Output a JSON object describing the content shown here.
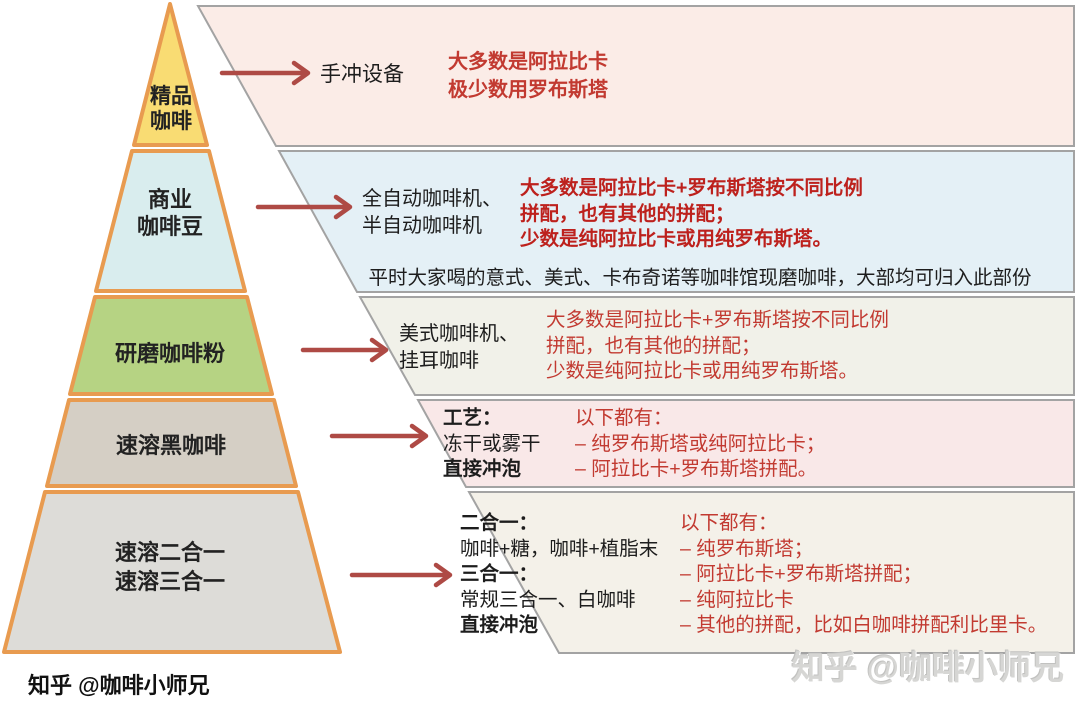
{
  "colors": {
    "pyramid_border": "#e89b50",
    "panel_border": "#a3a3a3",
    "arrow": "#ae4a45",
    "red": "#c23a31",
    "red_bold": "#bd211d",
    "text": "#1d1d1d",
    "watermark": "#d6d6d4"
  },
  "pyramid": {
    "levels": [
      {
        "fill": "#f9dc73",
        "lines": [
          "精品",
          "咖啡"
        ]
      },
      {
        "fill": "#d9edee",
        "lines": [
          "商业",
          "咖啡豆"
        ]
      },
      {
        "fill": "#b6d383",
        "lines": [
          "研磨咖啡粉"
        ]
      },
      {
        "fill": "#d5cfc5",
        "lines": [
          "速溶黑咖啡"
        ]
      },
      {
        "fill": "#dddcd8",
        "lines": [
          "速溶二合一",
          "速溶三合一"
        ]
      }
    ]
  },
  "panels": [
    {
      "fill": "#fbece7"
    },
    {
      "fill": "#e4f0f6"
    },
    {
      "fill": "#f1f1e9"
    },
    {
      "fill": "#f9e8e8"
    },
    {
      "fill": "#f4f1e9"
    }
  ],
  "sections": [
    {
      "label": "手冲设备",
      "notes": [
        "大多数是阿拉比卡",
        "极少数用罗布斯塔"
      ]
    },
    {
      "label_lines": [
        "全自动咖啡机、",
        "半自动咖啡机"
      ],
      "notes": [
        "大多数是阿拉比卡+罗布斯塔按不同比例",
        "拼配，也有其他的拼配；",
        "少数是纯阿拉比卡或用纯罗布斯塔。"
      ],
      "caption": "平时大家喝的意式、美式、卡布奇诺等咖啡馆现磨咖啡，大部均可归入此部份"
    },
    {
      "label_lines": [
        "美式咖啡机、",
        "挂耳咖啡"
      ],
      "notes": [
        "大多数是阿拉比卡+罗布斯塔按不同比例",
        "拼配，也有其他的拼配；",
        "少数是纯阿拉比卡或用纯罗布斯塔。"
      ]
    },
    {
      "craft": [
        {
          "text": "工艺："
        },
        {
          "text": "冻干或雾干"
        },
        {
          "text": "直接冲泡"
        }
      ],
      "notes": [
        "以下都有：",
        "– 纯罗布斯塔或纯阿拉比卡；",
        "– 阿拉比卡+罗布斯塔拼配。"
      ]
    },
    {
      "craft": [
        {
          "text": "二合一："
        },
        {
          "text": "咖啡+糖，咖啡+植脂末"
        },
        {
          "text": "三合一："
        },
        {
          "text": "常规三合一、白咖啡"
        },
        {
          "text": "直接冲泡"
        }
      ],
      "notes": [
        "以下都有：",
        "– 纯罗布斯塔；",
        "– 阿拉比卡+罗布斯塔拼配；",
        "– 纯阿拉比卡",
        "– 其他的拼配，比如白咖啡拼配利比里卡。"
      ]
    }
  ],
  "footer": {
    "credit": "知乎 @咖啡小师兄",
    "watermark": "知乎 @咖啡小师兄"
  }
}
